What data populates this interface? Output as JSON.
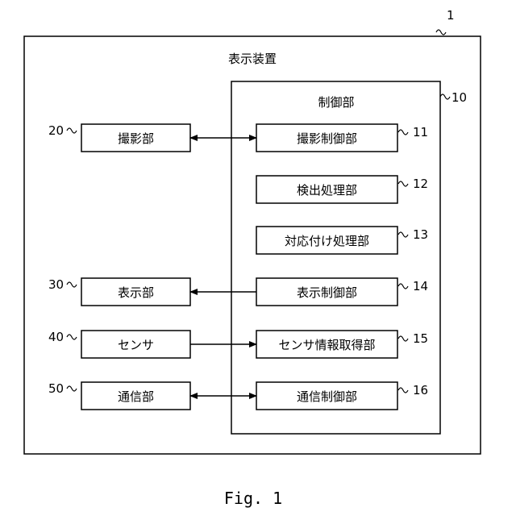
{
  "outer": {
    "title": "表示装置",
    "ref": "1"
  },
  "control": {
    "title": "制御部",
    "ref": "10"
  },
  "left_blocks": [
    {
      "label": "撮影部",
      "ref": "20"
    },
    {
      "label": "表示部",
      "ref": "30"
    },
    {
      "label": "センサ",
      "ref": "40"
    },
    {
      "label": "通信部",
      "ref": "50"
    }
  ],
  "right_blocks": [
    {
      "label": "撮影制御部",
      "ref": "11"
    },
    {
      "label": "検出処理部",
      "ref": "12"
    },
    {
      "label": "対応付け処理部",
      "ref": "13"
    },
    {
      "label": "表示制御部",
      "ref": "14"
    },
    {
      "label": "センサ情報取得部",
      "ref": "15"
    },
    {
      "label": "通信制御部",
      "ref": "16"
    }
  ],
  "caption": "Fig. 1"
}
